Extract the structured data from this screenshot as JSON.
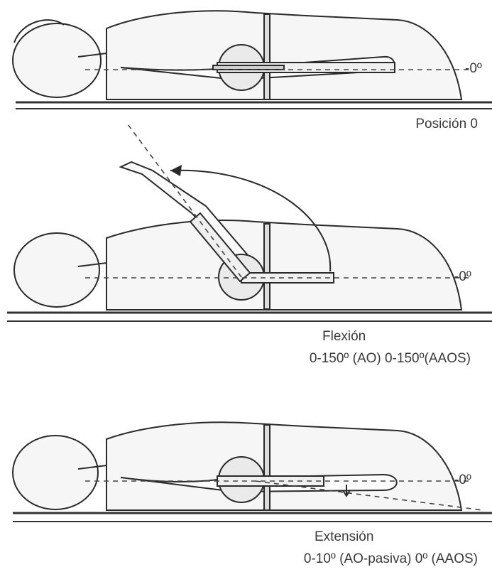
{
  "panels": [
    {
      "key": "zero",
      "zero_mark": "-0º",
      "caption_line1": "Posición 0",
      "caption_line2": ""
    },
    {
      "key": "flexion",
      "zero_mark": "-0º",
      "caption_line1": "Flexión",
      "caption_line2": "0-150º (AO) 0-150º(AAOS)"
    },
    {
      "key": "extension",
      "zero_mark": "-0º",
      "caption_line1": "Extensión",
      "caption_line2": "0-10º (AO-pasiva) 0º (AAOS)"
    }
  ],
  "colors": {
    "ink": "#2a2a2a",
    "line": "#333333",
    "fill": "#f4f4f4"
  }
}
